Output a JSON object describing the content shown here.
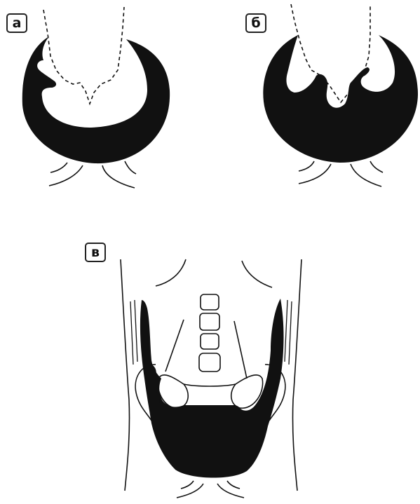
{
  "panels": {
    "a": {
      "label": "а"
    },
    "b": {
      "label": "б"
    },
    "v": {
      "label": "в"
    }
  },
  "colors": {
    "fill": "#111111",
    "stroke": "#111111",
    "background": "#ffffff"
  }
}
